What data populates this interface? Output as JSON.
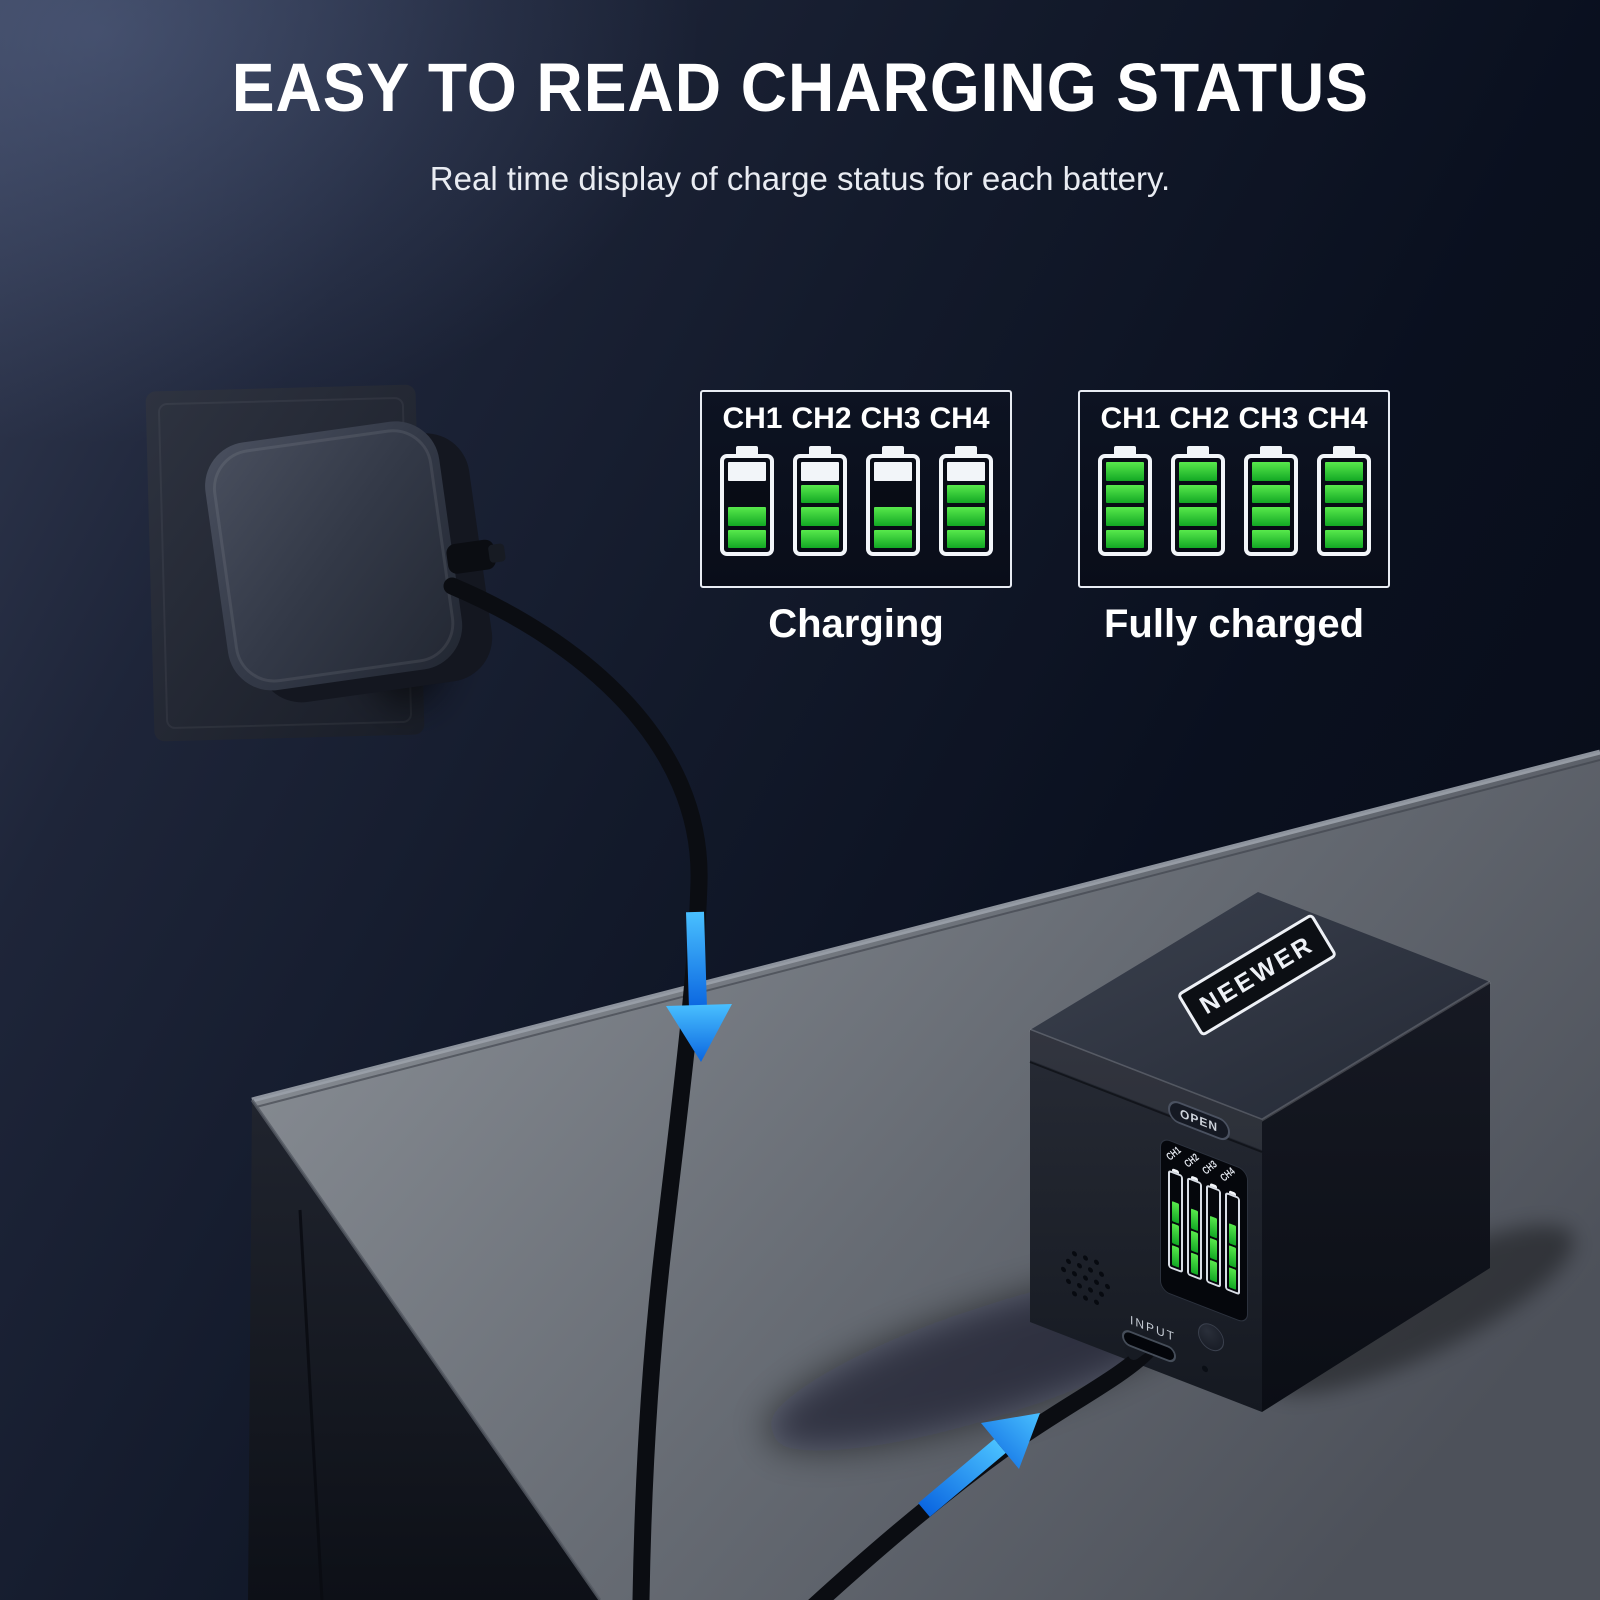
{
  "header": {
    "title": "EASY TO READ CHARGING STATUS",
    "subtitle": "Real time display of charge status for each battery."
  },
  "channels": [
    "CH1",
    "CH2",
    "CH3",
    "CH4"
  ],
  "status_panels": [
    {
      "label": "Charging",
      "batteries": [
        [
          "white",
          "empty",
          "green",
          "green"
        ],
        [
          "white",
          "green",
          "green",
          "green"
        ],
        [
          "white",
          "empty",
          "green",
          "green"
        ],
        [
          "white",
          "green",
          "green",
          "green"
        ]
      ]
    },
    {
      "label": "Fully charged",
      "batteries": [
        [
          "green",
          "green",
          "green",
          "green"
        ],
        [
          "green",
          "green",
          "green",
          "green"
        ],
        [
          "green",
          "green",
          "green",
          "green"
        ],
        [
          "green",
          "green",
          "green",
          "green"
        ]
      ]
    }
  ],
  "device": {
    "brand": "NEEWER",
    "open_label": "OPEN",
    "input_label": "INPUT",
    "display_channels": [
      "CH1",
      "CH2",
      "CH3",
      "CH4"
    ],
    "display_batteries": [
      [
        "green",
        "green",
        "green"
      ],
      [
        "green",
        "green",
        "green"
      ],
      [
        "green",
        "green",
        "green"
      ],
      [
        "green",
        "green",
        "green"
      ]
    ]
  },
  "colors": {
    "battery_green": "#2fd236",
    "battery_white": "#f2f5f9",
    "arrow_blue": "#1e9bff",
    "panel_border": "#e8ecf3",
    "background_navy": "#0a101f",
    "table_gray": "#676c74"
  }
}
